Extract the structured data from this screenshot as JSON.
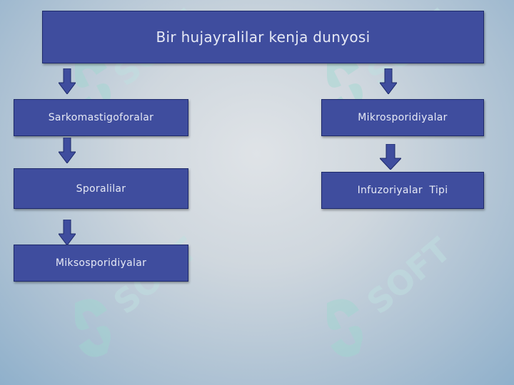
{
  "diagram": {
    "title": "Bir hujayralilar kenja dunyosi",
    "left_branch": [
      "Sarkomastigoforalar",
      "Sporalilar",
      "Miksosporidiyalar"
    ],
    "right_branch": [
      "Mikrosporidiyalar",
      "Infuzoriyalar  Tipi"
    ]
  },
  "watermark": {
    "text": "SOFT"
  },
  "colors": {
    "box_fill": "#3f4d9e",
    "box_border": "#1e2a6b",
    "arrow_fill": "#3f4d9e",
    "text": "#e6e9f5"
  }
}
